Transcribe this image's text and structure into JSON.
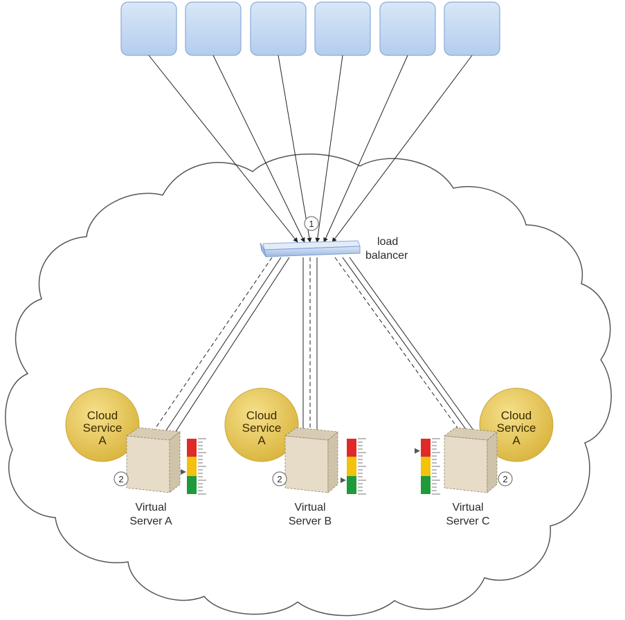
{
  "load_balancer": {
    "label_line1": "load",
    "label_line2": "balancer",
    "step_number": "1"
  },
  "consumers": [
    {
      "id": "consumer-1"
    },
    {
      "id": "consumer-2"
    },
    {
      "id": "consumer-3"
    },
    {
      "id": "consumer-4"
    },
    {
      "id": "consumer-5"
    },
    {
      "id": "consumer-6"
    }
  ],
  "servers": [
    {
      "id": "a",
      "name_line1": "Virtual",
      "name_line2": "Server A",
      "step_number": "2",
      "service_line1": "Cloud",
      "service_line2": "Service",
      "service_line3": "A",
      "load_level": 0.4
    },
    {
      "id": "b",
      "name_line1": "Virtual",
      "name_line2": "Server B",
      "step_number": "2",
      "service_line1": "Cloud",
      "service_line2": "Service",
      "service_line3": "A",
      "load_level": 0.25
    },
    {
      "id": "c",
      "name_line1": "Virtual",
      "name_line2": "Server C",
      "step_number": "2",
      "service_line1": "Cloud",
      "service_line2": "Service",
      "service_line3": "A",
      "load_level": 0.78
    }
  ],
  "colors": {
    "consumer_fill": "#c4d8f2",
    "consumer_stroke": "#8aaad6",
    "balancer_fill": "#b9cfee",
    "service_fill": "#e8c85c",
    "server_fill": "#e6dcc8",
    "meter_red": "#e02a2a",
    "meter_yellow": "#f2c20c",
    "meter_green": "#1f9a3a"
  }
}
